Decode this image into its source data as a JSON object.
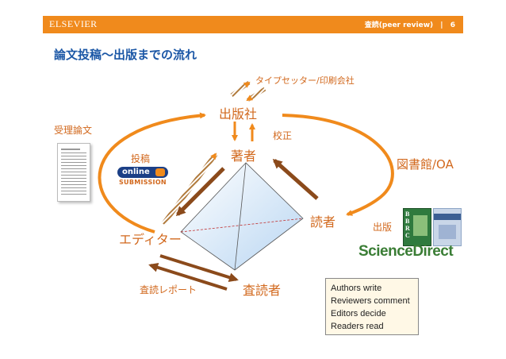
{
  "header": {
    "brand": "ELSEVIER",
    "section": "査読(peer review)",
    "separator": "|",
    "page_number": "6"
  },
  "title": "論文投稿～出版までの流れ",
  "nodes": {
    "publisher": "出版社",
    "author": "著者",
    "reader": "読者",
    "editor": "エディター",
    "reviewer": "査読者"
  },
  "labels": {
    "typesetter": "タイプセッター/印刷会社",
    "proof": "校正",
    "accepted_paper": "受理論文",
    "submission": "投稿",
    "library_oa": "図書館/OA",
    "publication": "出版",
    "review_report": "査読レポート"
  },
  "submission_badge": {
    "online": "online",
    "submission": "SUBMISSION"
  },
  "journals": {
    "bbrc": "BBRC"
  },
  "sciencedirect": "ScienceDirect",
  "note_lines": [
    "Authors write",
    "Reviewers comment",
    "Editors decide",
    "Readers read"
  ],
  "colors": {
    "accent": "#f08a1c",
    "arrow_brown": "#8b4a1b",
    "title_blue": "#1b57a6",
    "label_orange": "#d2691e"
  }
}
